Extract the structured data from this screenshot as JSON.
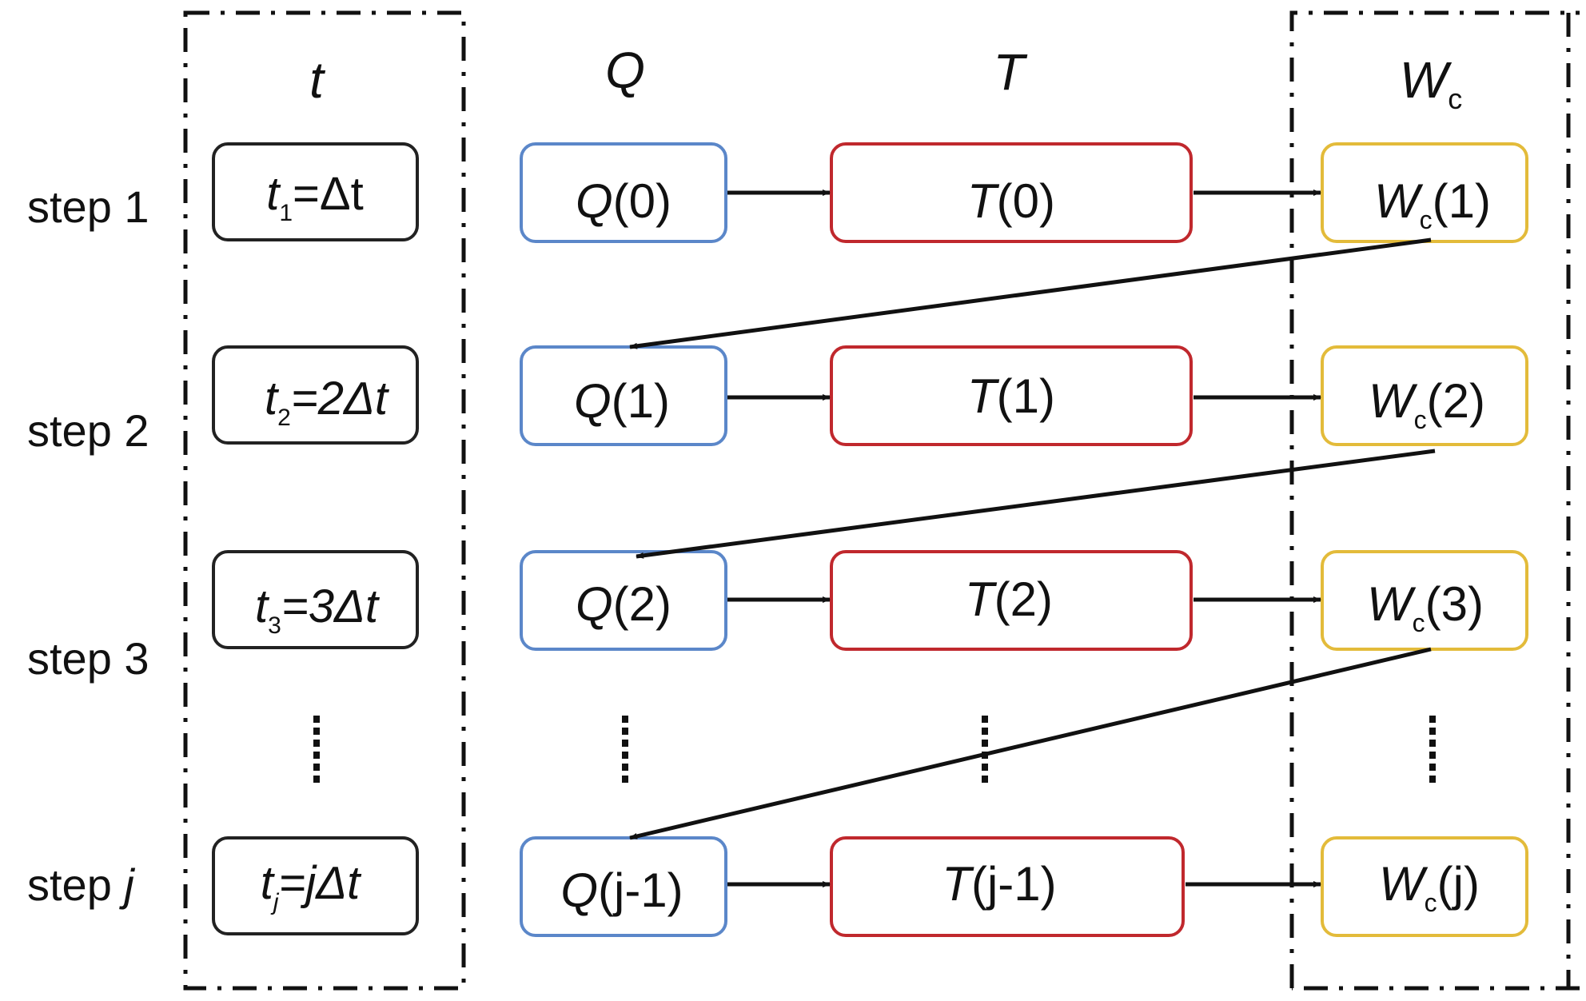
{
  "colors": {
    "t_box": "#222222",
    "q_box": "#5b87c9",
    "tt_box": "#c0282d",
    "w_box": "#e3bb3a",
    "arrow": "#111111",
    "frame": "#111111"
  },
  "headers": {
    "t": "t",
    "q": "Q",
    "tt": "T",
    "w_main": "W",
    "w_sub": "c"
  },
  "steps": [
    {
      "label": "step 1",
      "label_main": "step ",
      "label_var": "1",
      "t": {
        "v": "t",
        "s": "1",
        "r": "=Δt"
      },
      "q": {
        "a": "Q",
        "b": "(0)"
      },
      "tt": {
        "a": "T",
        "b": "(0)"
      },
      "w": {
        "a": "W",
        "s": "c",
        "b": "(1)"
      }
    },
    {
      "label": "step 2",
      "label_main": "step ",
      "label_var": "2",
      "t": {
        "v": "t",
        "s": "2",
        "r": "=2Δt"
      },
      "q": {
        "a": "Q",
        "b": "(1)"
      },
      "tt": {
        "a": "T",
        "b": "(1)"
      },
      "w": {
        "a": "W",
        "s": "c",
        "b": "(2)"
      }
    },
    {
      "label": "step 3",
      "label_main": "step ",
      "label_var": "3",
      "t": {
        "v": "t",
        "s": "3",
        "r": "=3Δt"
      },
      "q": {
        "a": "Q",
        "b": "(2)"
      },
      "tt": {
        "a": "T",
        "b": "(2)"
      },
      "w": {
        "a": "W",
        "s": "c",
        "b": "(3)"
      }
    },
    {
      "label": "step j",
      "label_main": "step ",
      "label_var": "j",
      "t": {
        "v": "t",
        "s": "j",
        "r": "=jΔt"
      },
      "q": {
        "a": "Q",
        "b": "(j-1)"
      },
      "tt": {
        "a": "T",
        "b": "(j-1)"
      },
      "w": {
        "a": "W",
        "s": "c",
        "b": "(j)"
      }
    }
  ]
}
